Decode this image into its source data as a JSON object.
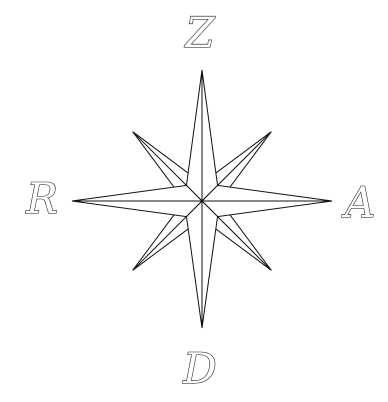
{
  "compass": {
    "labels": {
      "north": "Z",
      "east": "A",
      "south": "D",
      "west": "R"
    },
    "stroke_color": "#111111",
    "background_color": "#ffffff"
  }
}
